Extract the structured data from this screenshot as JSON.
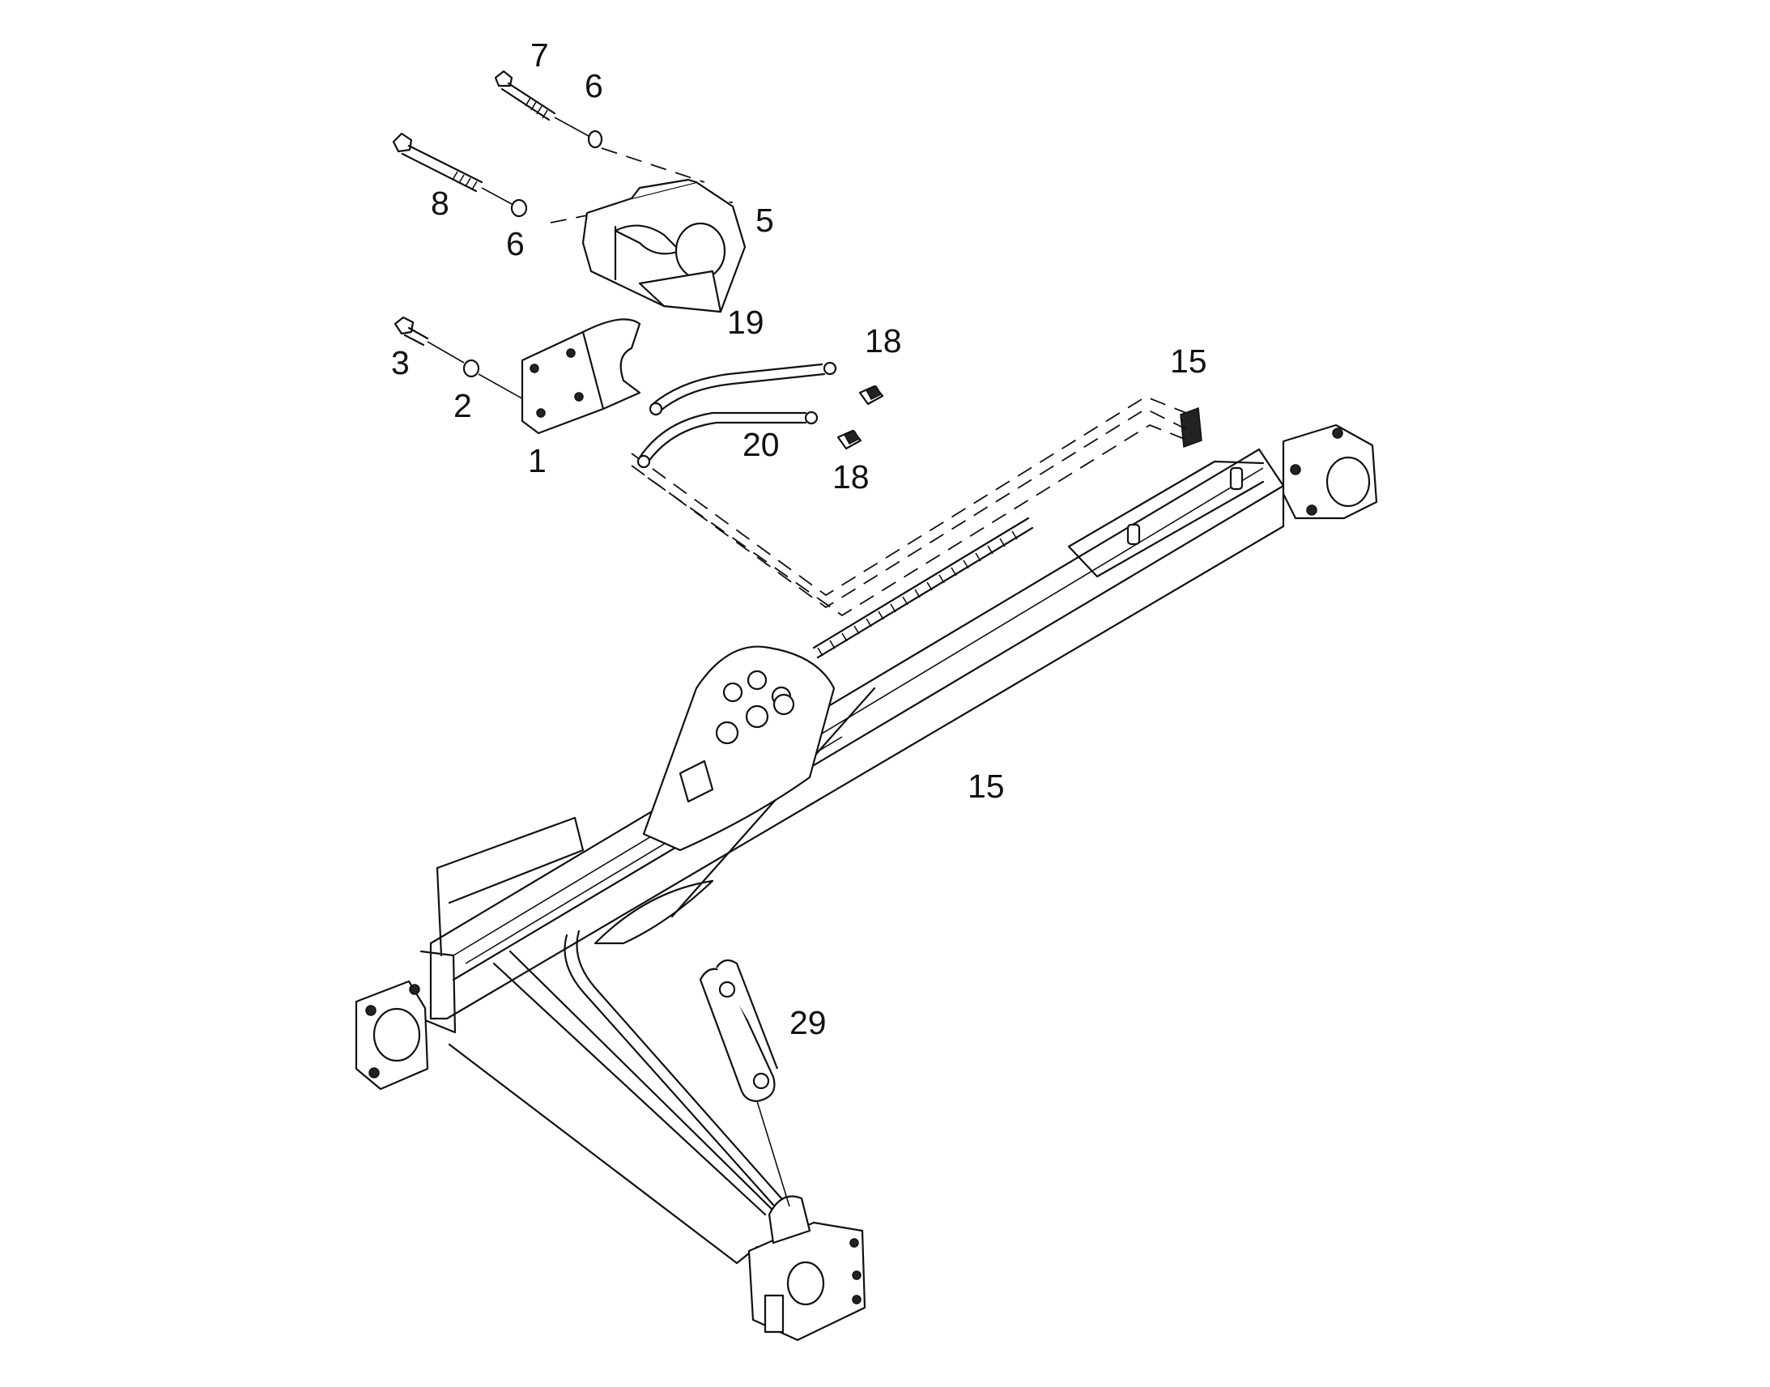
{
  "callouts": {
    "c7": "7",
    "c6a": "6",
    "c8": "8",
    "c6b": "6",
    "c5": "5",
    "c19": "19",
    "c18a": "18",
    "c15a": "15",
    "c3": "3",
    "c2": "2",
    "c1": "1",
    "c20": "20",
    "c18b": "18",
    "c15b": "15",
    "c29": "29"
  }
}
